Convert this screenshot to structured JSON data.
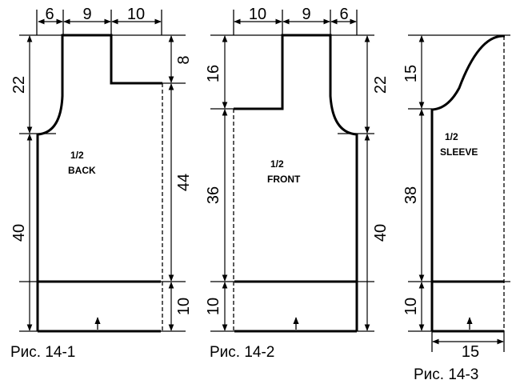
{
  "back": {
    "caption": "Рис. 14-1",
    "label_1": "1/2",
    "label_2": "BACK",
    "dims": {
      "top_a": "6",
      "top_b": "9",
      "top_c": "10",
      "left_upper": "22",
      "left_lower": "40",
      "right_neck": "8",
      "right_mid": "44",
      "right_bottom": "10"
    }
  },
  "front": {
    "caption": "Рис. 14-2",
    "label_1": "1/2",
    "label_2": "FRONT",
    "dims": {
      "top_a": "10",
      "top_b": "9",
      "top_c": "6",
      "left_upper": "16",
      "left_mid": "36",
      "left_bottom": "10",
      "right_upper": "22",
      "right_lower": "40"
    }
  },
  "sleeve": {
    "caption": "Рис. 14-3",
    "label_1": "1/2",
    "label_2": "SLEEVE",
    "dims": {
      "left_cap": "15",
      "left_mid": "38",
      "left_bottom": "10",
      "bottom": "15"
    }
  }
}
